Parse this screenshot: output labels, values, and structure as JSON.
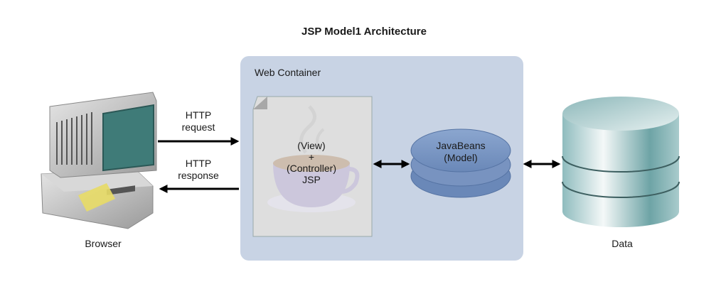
{
  "title": "JSP Model1 Architecture",
  "container": {
    "label": "Web Container"
  },
  "browser": {
    "label": "Browser",
    "icon": "desktop-computer-icon"
  },
  "arrows": {
    "request": {
      "line1": "HTTP",
      "line2": "request"
    },
    "response": {
      "line1": "HTTP",
      "line2": "response"
    }
  },
  "jsp": {
    "line1": "(View)",
    "line2": "+",
    "line3": "(Controller)",
    "line4": "JSP",
    "icon": "java-coffee-cup-icon"
  },
  "model": {
    "line1": "JavaBeans",
    "line2": "(Model)"
  },
  "data": {
    "label": "Data",
    "icon": "database-cylinder-icon"
  },
  "colors": {
    "container": "#c8d3e4",
    "beans": "#7e9bc8",
    "monitor_screen": "#3f7b78",
    "database": "#7fb3b5"
  }
}
